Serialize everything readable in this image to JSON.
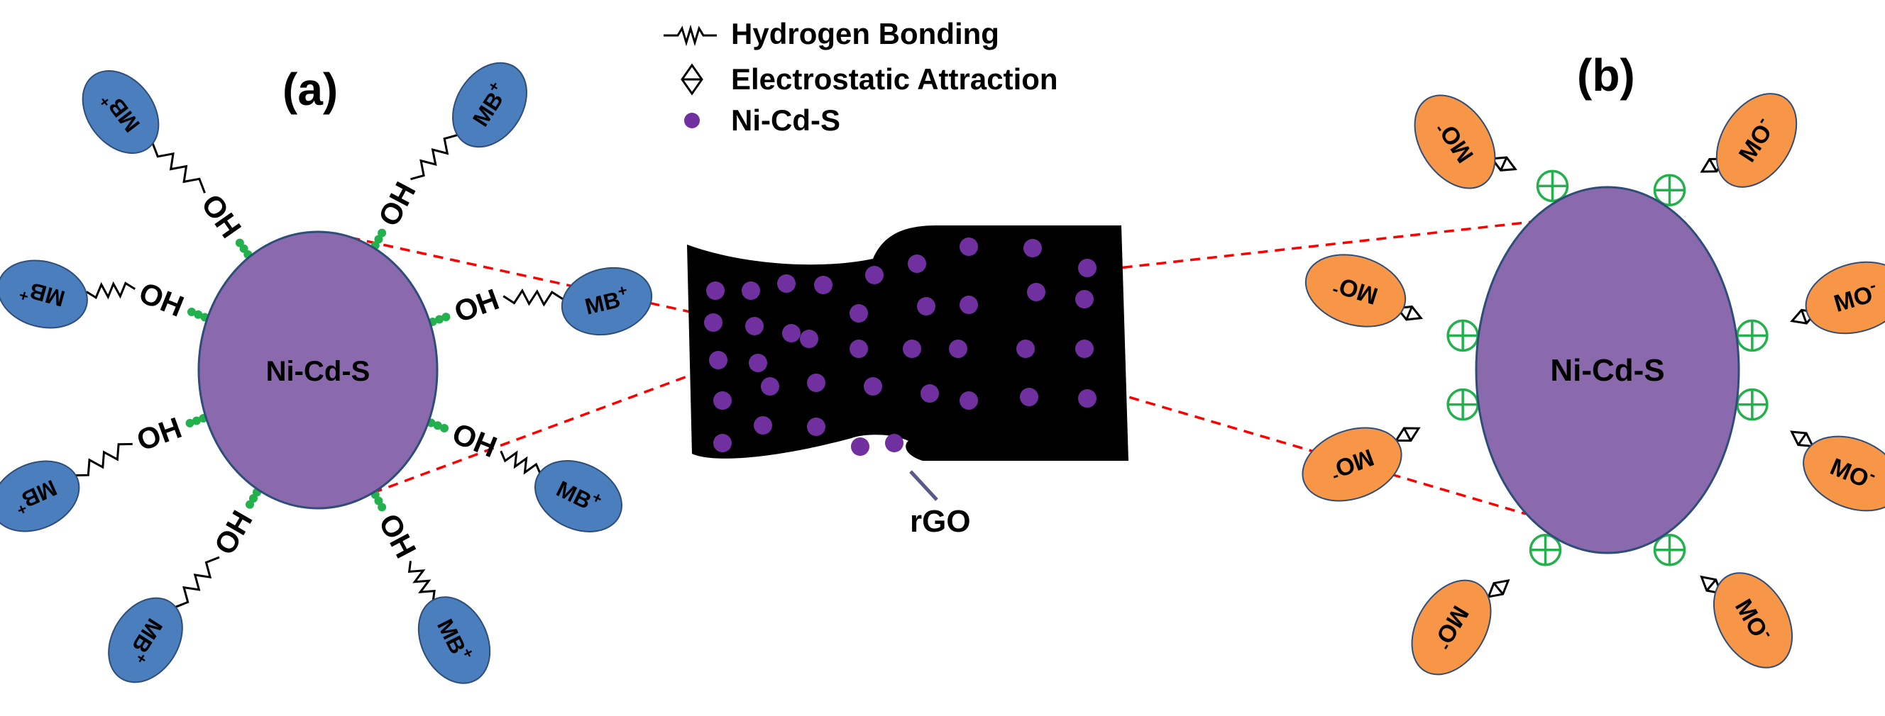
{
  "legend": {
    "hydrogen_bonding": "Hydrogen Bonding",
    "electrostatic_attraction": "Electrostatic Attraction",
    "ni_cd_s": "Ni-Cd-S"
  },
  "panel_a": {
    "label": "(a)",
    "core_label": "Ni-Cd-S",
    "group_label": "OH",
    "dye_label": "MB",
    "dye_charge": "+"
  },
  "panel_b": {
    "label": "(b)",
    "core_label": "Ni-Cd-S",
    "dye_label": "MO",
    "dye_charge": "-"
  },
  "rgo_label": "rGO",
  "colors": {
    "core_fill": "#8a6aac",
    "mb_fill": "#4a7ebd",
    "mo_fill": "#f79646",
    "sheet_fill": "#000000",
    "particle": "#7030a0",
    "bond_dot": "#22b14c",
    "plus_site": "#22b14c",
    "connector": "#ff0000"
  }
}
